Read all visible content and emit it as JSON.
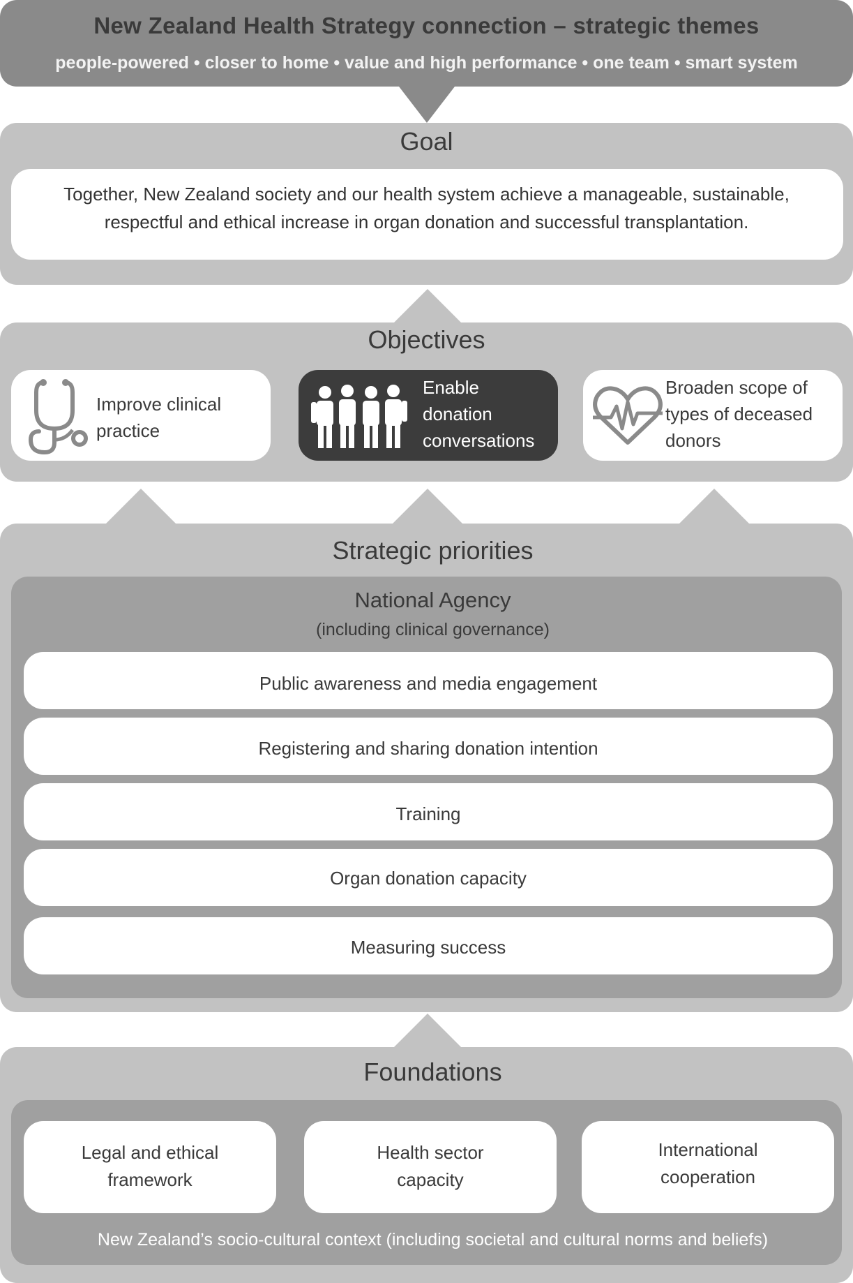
{
  "header": {
    "title": "New Zealand Health Strategy connection – strategic themes",
    "themes": "people-powered • closer to home • value and high performance • one team • smart system"
  },
  "goal": {
    "title": "Goal",
    "line1": "Together, New Zealand society and our health system achieve a manageable, sustainable,",
    "line2": "respectful and ethical increase in organ donation and successful transplantation."
  },
  "objectives": {
    "title": "Objectives",
    "items": [
      {
        "line1": "Improve clinical",
        "line2": "practice",
        "icon": "stethoscope-icon"
      },
      {
        "line1": "Enable",
        "line2": "donation",
        "line3": "conversations",
        "icon": "people-group-icon"
      },
      {
        "line1": "Broaden scope of",
        "line2": "types of deceased",
        "line3": "donors",
        "icon": "heart-pulse-icon"
      }
    ]
  },
  "priorities": {
    "title": "Strategic priorities",
    "agency_title": "National Agency",
    "agency_subtitle": "(including clinical governance)",
    "items": [
      "Public awareness and media engagement",
      "Registering and sharing donation intention",
      "Training",
      "Organ donation capacity",
      "Measuring success"
    ]
  },
  "foundations": {
    "title": "Foundations",
    "items": [
      {
        "line1": "Legal and ethical",
        "line2": "framework"
      },
      {
        "line1": "Health sector",
        "line2": "capacity"
      },
      {
        "line1": "International",
        "line2": "cooperation"
      }
    ],
    "context": "New Zealand’s socio-cultural context (including societal and cultural norms and beliefs)"
  },
  "colors": {
    "header": "#8a8a8a",
    "panel": "#c2c2c2",
    "inner_panel": "#a0a0a0",
    "dark_card": "#3c3c3c"
  }
}
